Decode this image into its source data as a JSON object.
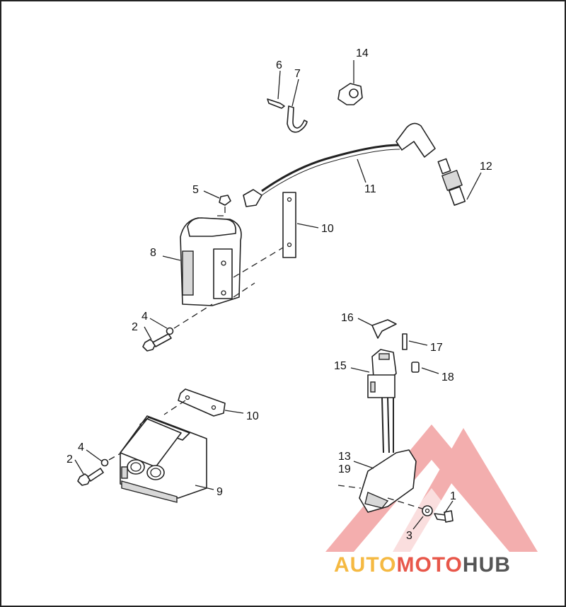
{
  "callouts": {
    "c1": "1",
    "c2a": "2",
    "c2b": "2",
    "c3": "3",
    "c4a": "4",
    "c4b": "4",
    "c5": "5",
    "c6": "6",
    "c7": "7",
    "c8": "8",
    "c9": "9",
    "c10a": "10",
    "c10b": "10",
    "c11": "11",
    "c12": "12",
    "c13": "13",
    "c14": "14",
    "c15": "15",
    "c16": "16",
    "c17": "17",
    "c18": "18",
    "c19": "19"
  },
  "watermark": {
    "part1": "AUTO",
    "part2": "MOTO",
    "part3": "HUB",
    "color1": "#f5b942",
    "color2": "#e8574a",
    "color3": "#555555"
  }
}
